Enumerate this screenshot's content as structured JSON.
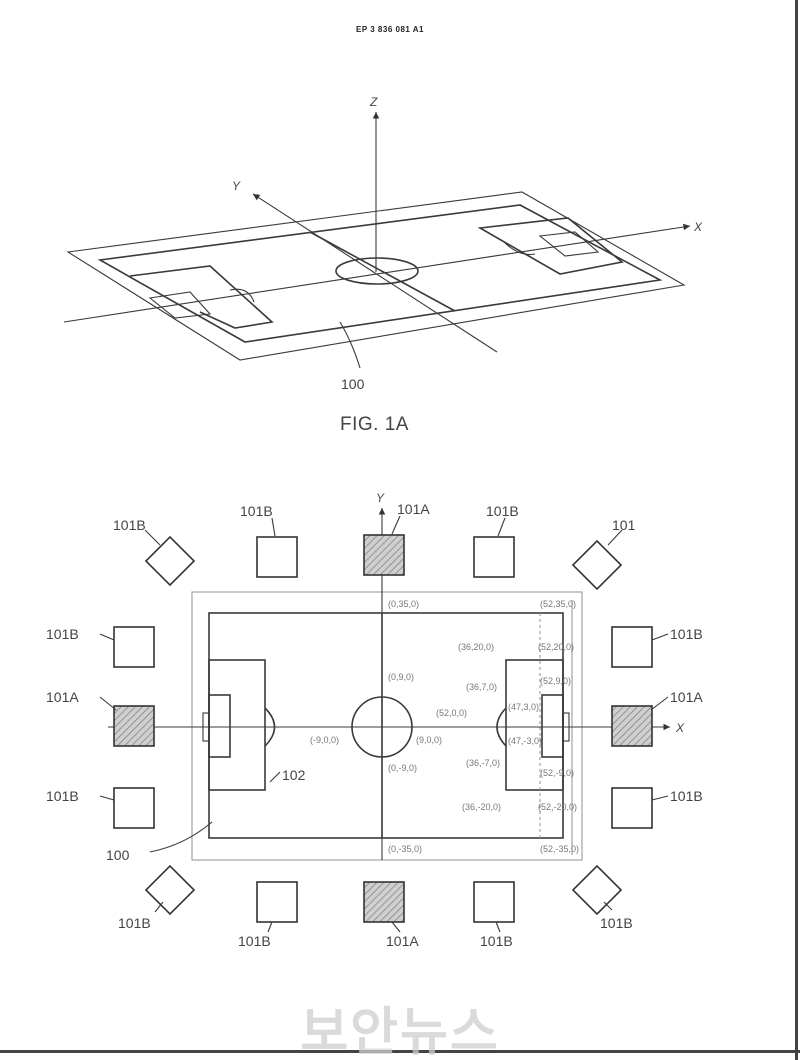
{
  "document": {
    "publication_number": "EP 3 836 081 A1",
    "watermark": "보안뉴스"
  },
  "fig_1a": {
    "caption": "FIG. 1A",
    "axis_labels": {
      "z": "Z",
      "y": "Y",
      "x": "X"
    },
    "ref_field": "100"
  },
  "fig_1b": {
    "axis_labels": {
      "y": "Y",
      "x": "X"
    },
    "ref_labels": {
      "top_left": "101B",
      "top_mid_left": "101B",
      "top_center": "101A",
      "top_mid_right": "101B",
      "top_right": "101",
      "left_upper": "101B",
      "left_middle": "101A",
      "left_lower": "101B",
      "right_upper": "101B",
      "right_middle": "101A",
      "right_lower": "101B",
      "bottom_left": "101B",
      "bottom_mid_left": "101B",
      "bottom_center": "101A",
      "bottom_mid_right": "101B",
      "bottom_right": "101B",
      "field": "100",
      "penalty_area": "102"
    },
    "coords": {
      "top_center": "(0,35,0)",
      "top_right": "(52,35,0)",
      "upper_right_a": "(36,20,0)",
      "upper_right_b": "(52,20,0)",
      "center_upper": "(0,9,0)",
      "right_upper_c": "(36,7,0)",
      "right_upper_d": "(52,9,0)",
      "right_axis_a": "(52,0,0)",
      "right_axis_b": "(47,3,0)",
      "center_left": "(-9,0,0)",
      "center_right": "(9,0,0)",
      "right_axis_c": "(47,-3,0)",
      "center_lower": "(0,-9,0)",
      "right_lower_c": "(36,-7,0)",
      "right_lower_d": "(52,-9,0)",
      "lower_right_a": "(36,-20,0)",
      "lower_right_b": "(52,-20,0)",
      "bottom_center": "(0,-35,0)",
      "bottom_right": "(52,-35,0)"
    }
  }
}
